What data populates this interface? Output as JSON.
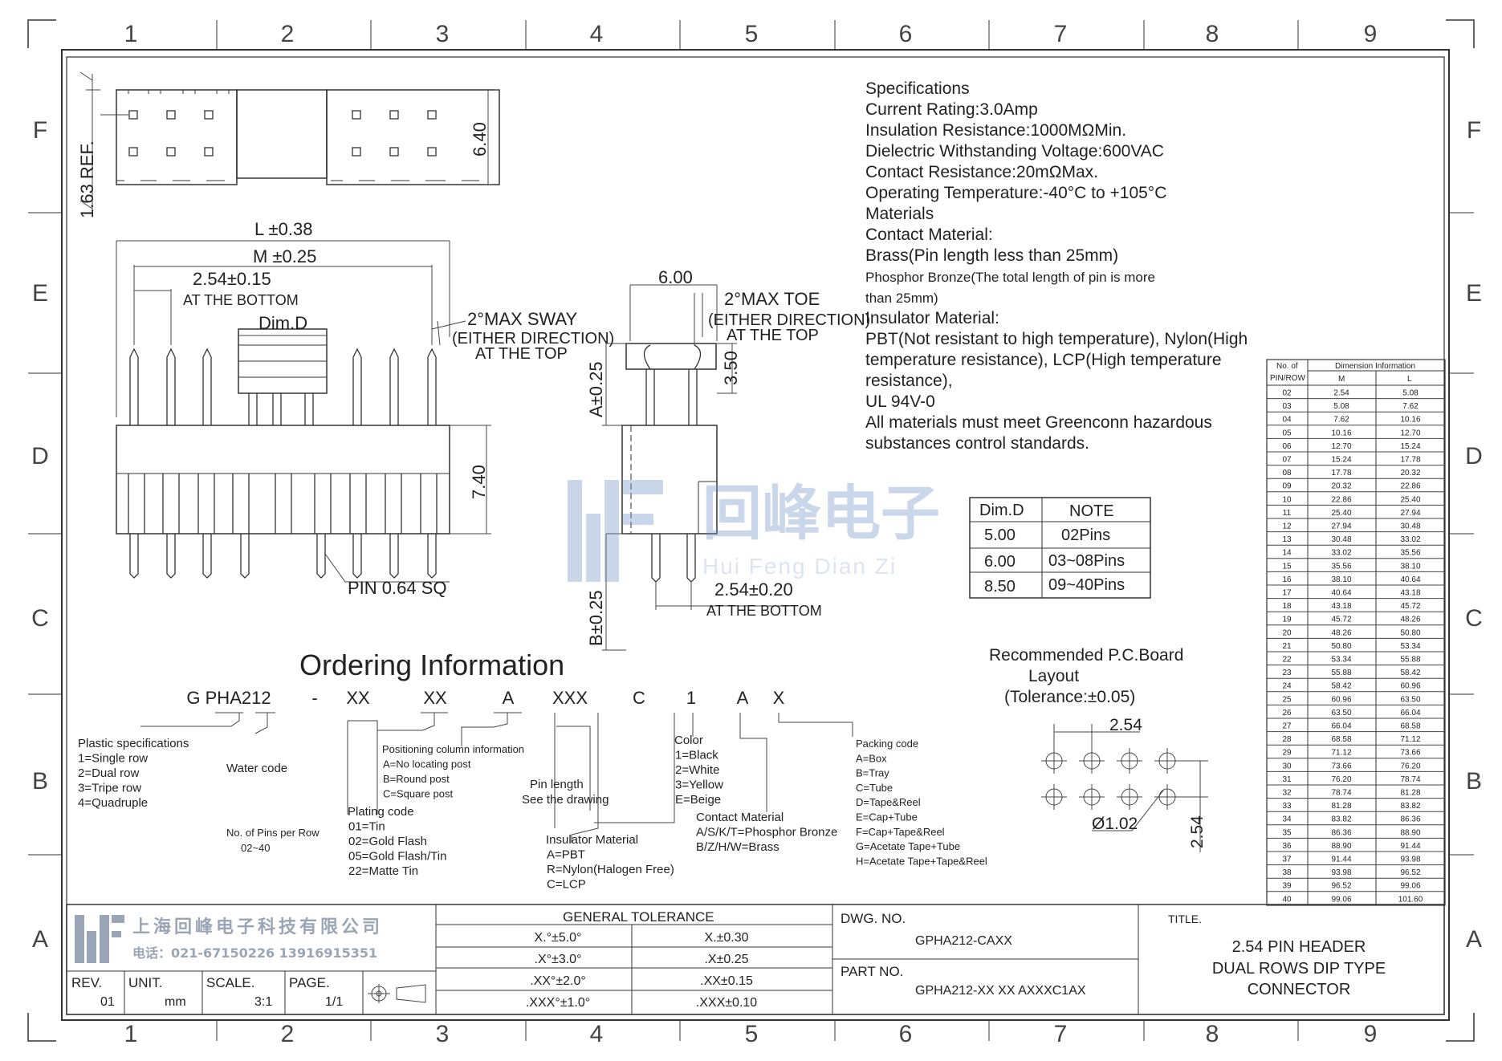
{
  "frame": {
    "col_labels": [
      "1",
      "2",
      "3",
      "4",
      "5",
      "6",
      "7",
      "8",
      "9"
    ],
    "row_labels": [
      "F",
      "E",
      "D",
      "C",
      "B",
      "A"
    ]
  },
  "specifications": {
    "lines": [
      "Specifications",
      "Current Rating:3.0Amp",
      "Insulation Resistance:1000MΩMin.",
      "Dielectric Withstanding Voltage:600VAC",
      "Contact Resistance:20mΩMax.",
      "Operating Temperature:-40°C to +105°C",
      "Materials",
      "Contact Material:",
      "Brass(Pin length less than 25mm)",
      "Phosphor Bronze(The total length of pin is more",
      "than 25mm)",
      "Insulator Material:",
      "PBT(Not resistant to high temperature),  Nylon(High",
      "temperature resistance), LCP(High temperature",
      "resistance),",
      "UL 94V-0",
      "All materials must meet Greenconn hazardous",
      "substances control standards."
    ]
  },
  "top_view": {
    "dim_height": "6.40",
    "dim_ref": "1.63 REF."
  },
  "front_view": {
    "dim_L": "L ±0.38",
    "dim_M": "M ±0.25",
    "dim_pitch": "2.54±0.15",
    "pitch_note": "AT THE BOTTOM",
    "dim_d": "Dim.D",
    "sway_1": "2°MAX SWAY",
    "sway_2": "(EITHER DIRECTION)",
    "sway_3": "AT THE TOP",
    "dim_height": "7.40",
    "pin_label": "PIN 0.64 SQ"
  },
  "side_view": {
    "dim_width": "6.00",
    "toe_1": "2°MAX TOE",
    "toe_2": "(EITHER DIRECTION)",
    "toe_3": "AT THE TOP",
    "dim_350": "3.50",
    "dim_a": "A±0.25",
    "dim_b": "B±0.25",
    "dim_pitch": "2.54±0.20",
    "pitch_note": "AT THE BOTTOM"
  },
  "watermark": {
    "chinese": "回峰电子",
    "pinyin": "Hui Feng Dian Zi"
  },
  "dim_d_table": {
    "headers": [
      "Dim.D",
      "NOTE"
    ],
    "rows": [
      [
        "5.00",
        "02Pins"
      ],
      [
        "6.00",
        "03~08Pins"
      ],
      [
        "8.50",
        "09~40Pins"
      ]
    ]
  },
  "pcb_layout": {
    "title_1": "Recommended P.C.Board",
    "title_2": "Layout",
    "title_3": "(Tolerance:±0.05)",
    "pitch_h": "2.54",
    "pitch_v": "2.54",
    "hole": "Ø1.02"
  },
  "dimension_table": {
    "header_left_1": "No. of",
    "header_left_2": "PIN/ROW",
    "header_top": "Dimension Information",
    "col_m": "M",
    "col_l": "L",
    "rows": [
      [
        "02",
        "2.54",
        "5.08"
      ],
      [
        "03",
        "5.08",
        "7.62"
      ],
      [
        "04",
        "7.62",
        "10.16"
      ],
      [
        "05",
        "10.16",
        "12.70"
      ],
      [
        "06",
        "12.70",
        "15.24"
      ],
      [
        "07",
        "15.24",
        "17.78"
      ],
      [
        "08",
        "17.78",
        "20.32"
      ],
      [
        "09",
        "20.32",
        "22.86"
      ],
      [
        "10",
        "22.86",
        "25.40"
      ],
      [
        "11",
        "25.40",
        "27.94"
      ],
      [
        "12",
        "27.94",
        "30.48"
      ],
      [
        "13",
        "30.48",
        "33.02"
      ],
      [
        "14",
        "33.02",
        "35.56"
      ],
      [
        "15",
        "35.56",
        "38.10"
      ],
      [
        "16",
        "38.10",
        "40.64"
      ],
      [
        "17",
        "40.64",
        "43.18"
      ],
      [
        "18",
        "43.18",
        "45.72"
      ],
      [
        "19",
        "45.72",
        "48.26"
      ],
      [
        "20",
        "48.26",
        "50.80"
      ],
      [
        "21",
        "50.80",
        "53.34"
      ],
      [
        "22",
        "53.34",
        "55.88"
      ],
      [
        "23",
        "55.88",
        "58.42"
      ],
      [
        "24",
        "58.42",
        "60.96"
      ],
      [
        "25",
        "60.96",
        "63.50"
      ],
      [
        "26",
        "63.50",
        "66.04"
      ],
      [
        "27",
        "66.04",
        "68.58"
      ],
      [
        "28",
        "68.58",
        "71.12"
      ],
      [
        "29",
        "71.12",
        "73.66"
      ],
      [
        "30",
        "73.66",
        "76.20"
      ],
      [
        "31",
        "76.20",
        "78.74"
      ],
      [
        "32",
        "78.74",
        "81.28"
      ],
      [
        "33",
        "81.28",
        "83.82"
      ],
      [
        "34",
        "83.82",
        "86.36"
      ],
      [
        "35",
        "86.36",
        "88.90"
      ],
      [
        "36",
        "88.90",
        "91.44"
      ],
      [
        "37",
        "91.44",
        "93.98"
      ],
      [
        "38",
        "93.98",
        "96.52"
      ],
      [
        "39",
        "96.52",
        "99.06"
      ],
      [
        "40",
        "99.06",
        "101.60"
      ]
    ]
  },
  "ordering": {
    "title": "Ordering Information",
    "codes": [
      "G PHA212",
      "-",
      "XX",
      "XX",
      "A",
      "XXX",
      "C",
      "1",
      "A",
      "X"
    ],
    "plastic": [
      "Plastic specifications",
      "1=Single row",
      "2=Dual row",
      "3=Tripe row",
      "4=Quadruple"
    ],
    "water": [
      "Water code"
    ],
    "pins_per_row": [
      "No. of Pins per Row",
      "02~40"
    ],
    "plating": [
      "Plating code",
      "01=Tin",
      "02=Gold Flash",
      "05=Gold Flash/Tin",
      "22=Matte Tin"
    ],
    "positioning": [
      "Positioning column information",
      "A=No locating post",
      "B=Round post",
      "C=Square post"
    ],
    "pin_length": [
      "Pin length",
      "See the drawing"
    ],
    "insulator": [
      "Insulator Material",
      "A=PBT",
      "R=Nylon(Halogen Free)",
      "C=LCP"
    ],
    "color": [
      "Color",
      "1=Black",
      "2=White",
      "3=Yellow",
      "E=Beige"
    ],
    "contact": [
      "Contact Material",
      "A/S/K/T=Phosphor Bronze",
      "B/Z/H/W=Brass"
    ],
    "packing": [
      "Packing code",
      "A=Box",
      "B=Tray",
      "C=Tube",
      "D=Tape&Reel",
      "E=Cap+Tube",
      "F=Cap+Tape&Reel",
      "G=Acetate Tape+Tube",
      "H=Acetate Tape+Tape&Reel"
    ]
  },
  "title_block": {
    "company": "上海回峰电子科技有限公司",
    "phone": "电话：021-67150226  13916915351",
    "rev_label": "REV.",
    "rev_value": "01",
    "unit_label": "UNIT.",
    "unit_value": "mm",
    "scale_label": "SCALE.",
    "scale_value": "3:1",
    "page_label": "PAGE.",
    "page_value": "1/1",
    "tolerance_title": "GENERAL TOLERANCE",
    "tolerance_rows": [
      [
        "X.°±5.0°",
        "X.±0.30"
      ],
      [
        ".X°±3.0°",
        ".X±0.25"
      ],
      [
        ".XX°±2.0°",
        ".XX±0.15"
      ],
      [
        ".XXX°±1.0°",
        ".XXX±0.10"
      ]
    ],
    "dwg_label": "DWG. NO.",
    "dwg_value": "GPHA212-CAXX",
    "part_label": "PART NO.",
    "part_value": "GPHA212-XX XX AXXXC1AX",
    "title_label": "TITLE.",
    "title_lines": [
      "2.54 PIN HEADER",
      "DUAL ROWS DIP TYPE",
      "CONNECTOR"
    ]
  }
}
